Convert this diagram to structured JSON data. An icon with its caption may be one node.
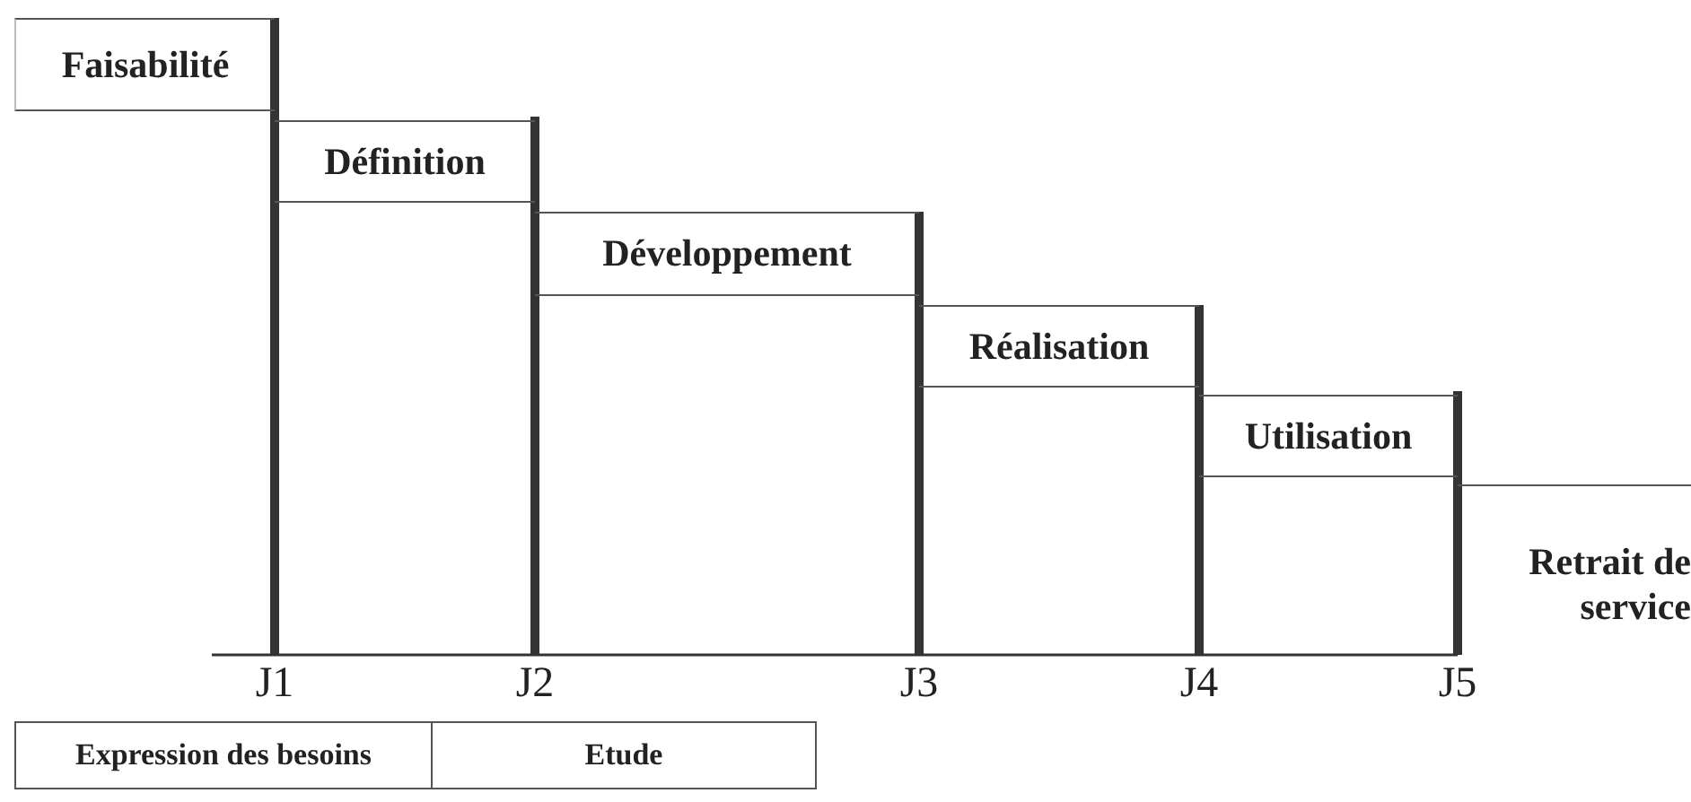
{
  "diagram": {
    "nodes": [
      {
        "text": [
          "Faisabilité"
        ]
      },
      {
        "text": [
          "Définition"
        ]
      },
      {
        "text": [
          "Développement"
        ]
      },
      {
        "text": [
          "Réalisation"
        ]
      },
      {
        "text": [
          "Utilisation"
        ]
      },
      {
        "text": [
          "Retrait de service"
        ]
      },
      {
        "text": [
          "Expression des besoins"
        ]
      },
      {
        "text": [
          "Etude"
        ]
      }
    ],
    "edges": [],
    "labels": [
      "J1",
      "J2",
      "J3",
      "J4",
      "J5"
    ]
  }
}
